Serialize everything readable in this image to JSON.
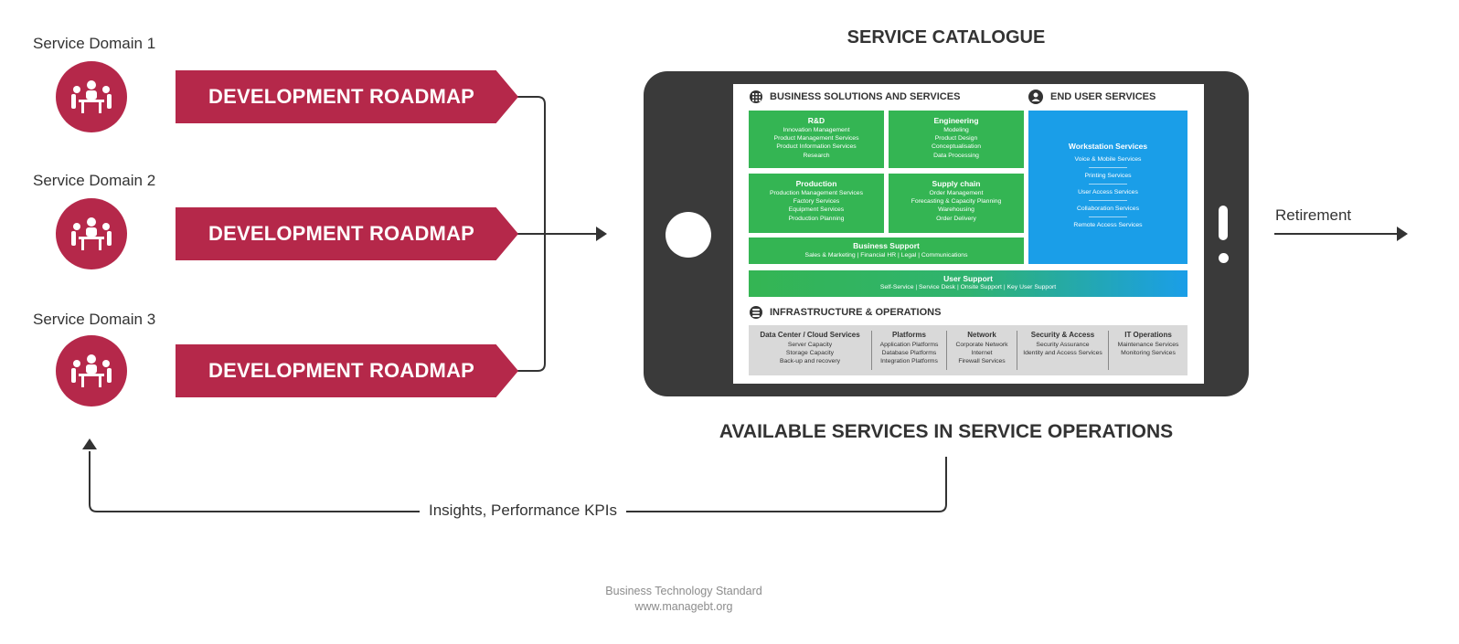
{
  "domains": [
    {
      "label": "Service Domain 1",
      "roadmap": "DEVELOPMENT ROADMAP"
    },
    {
      "label": "Service Domain 2",
      "roadmap": "DEVELOPMENT ROADMAP"
    },
    {
      "label": "Service Domain 3",
      "roadmap": "DEVELOPMENT ROADMAP"
    }
  ],
  "catalogue_title": "SERVICE CATALOGUE",
  "available_title": "AVAILABLE SERVICES IN SERVICE OPERATIONS",
  "retirement_label": "Retirement",
  "feedback_label": "Insights, Performance KPIs",
  "catalogue": {
    "business_heading": "BUSINESS SOLUTIONS AND SERVICES",
    "end_user_heading": "END USER SERVICES",
    "infra_heading": "INFRASTRUCTURE & OPERATIONS",
    "business_boxes": [
      {
        "title": "R&D",
        "items": [
          "Innovation Management",
          "Product Management Services",
          "Product Information Services",
          "Research"
        ]
      },
      {
        "title": "Engineering",
        "items": [
          "Modeling",
          "Product Design",
          "Conceptualisation",
          "Data Processing"
        ]
      },
      {
        "title": "Production",
        "items": [
          "Production Management Services",
          "Factory Services",
          "Equipment Services",
          "Production Planning"
        ]
      },
      {
        "title": "Supply chain",
        "items": [
          "Order Management",
          "Forecasting & Capacity Planning",
          "Warehousing",
          "Order Delivery"
        ]
      }
    ],
    "business_support": {
      "title": "Business Support",
      "items": "Sales & Marketing | Financial HR | Legal | Communications"
    },
    "workstation": {
      "title": "Workstation Services",
      "items": [
        "Voice & Mobile Services",
        "Printing Services",
        "User Access Services",
        "Collaboration Services",
        "Remote Access Services"
      ]
    },
    "user_support": {
      "title": "User Support",
      "items": "Self-Service | Service Desk | Onsite Support | Key User Support"
    },
    "infra_columns": [
      {
        "title": "Data Center / Cloud Services",
        "items": [
          "Server Capacity",
          "Storage Capacity",
          "Back-up and recovery"
        ]
      },
      {
        "title": "Platforms",
        "items": [
          "Application Platforms",
          "Database Platforms",
          "Integration Platforms"
        ]
      },
      {
        "title": "Network",
        "items": [
          "Corporate Network",
          "Internet",
          "Firewall Services"
        ]
      },
      {
        "title": "Security & Access",
        "items": [
          "Security Assurance",
          "Identity and Access Services"
        ]
      },
      {
        "title": "IT Operations",
        "items": [
          "Maintenance Services",
          "Monitoring Services"
        ]
      }
    ]
  },
  "footer": {
    "line1": "Business Technology Standard",
    "line2": "www.managebt.org"
  },
  "colors": {
    "brand_red": "#b5284a",
    "green": "#34b553",
    "blue": "#1a9ee8",
    "phone": "#3a3a3a",
    "infra_grey": "#d9d9d9"
  },
  "icons": {
    "domain": "meeting-people-icon",
    "business": "grid-icon",
    "end_user": "user-icon",
    "infra": "database-icon"
  }
}
